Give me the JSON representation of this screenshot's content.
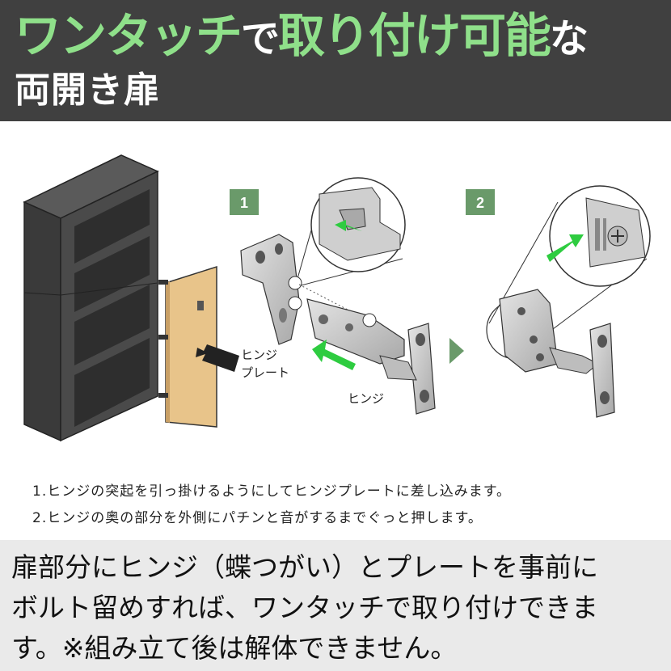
{
  "header": {
    "title_part1": "ワンタッチ",
    "title_part2": "で",
    "title_part3": "取り付け可能",
    "title_part4": "な",
    "title_line2": "両開き扉"
  },
  "steps": [
    {
      "number": "1"
    },
    {
      "number": "2"
    }
  ],
  "labels": {
    "hinge_plate_line1": "ヒンジ",
    "hinge_plate_line2": "プレート",
    "hinge": "ヒンジ"
  },
  "instructions": [
    "1.ヒンジの突起を引っ掛けるようにしてヒンジプレートに差し込みます。",
    "2.ヒンジの奥の部分を外側にパチンと音がするまでぐっと押します。"
  ],
  "footer": {
    "line1": "扉部分にヒンジ（蝶つがい）とプレートを事前に",
    "line2": "ボルト留めすれば、ワンタッチで取り付けできま",
    "line3": "す。※組み立て後は解体できません。"
  },
  "colors": {
    "header_bg": "#404040",
    "accent_green": "#8fe08a",
    "step_badge": "#6a9a6a",
    "door": "#e8c48a",
    "cabinet": "#4a4a4a",
    "footer_bg": "#eaeaea"
  }
}
